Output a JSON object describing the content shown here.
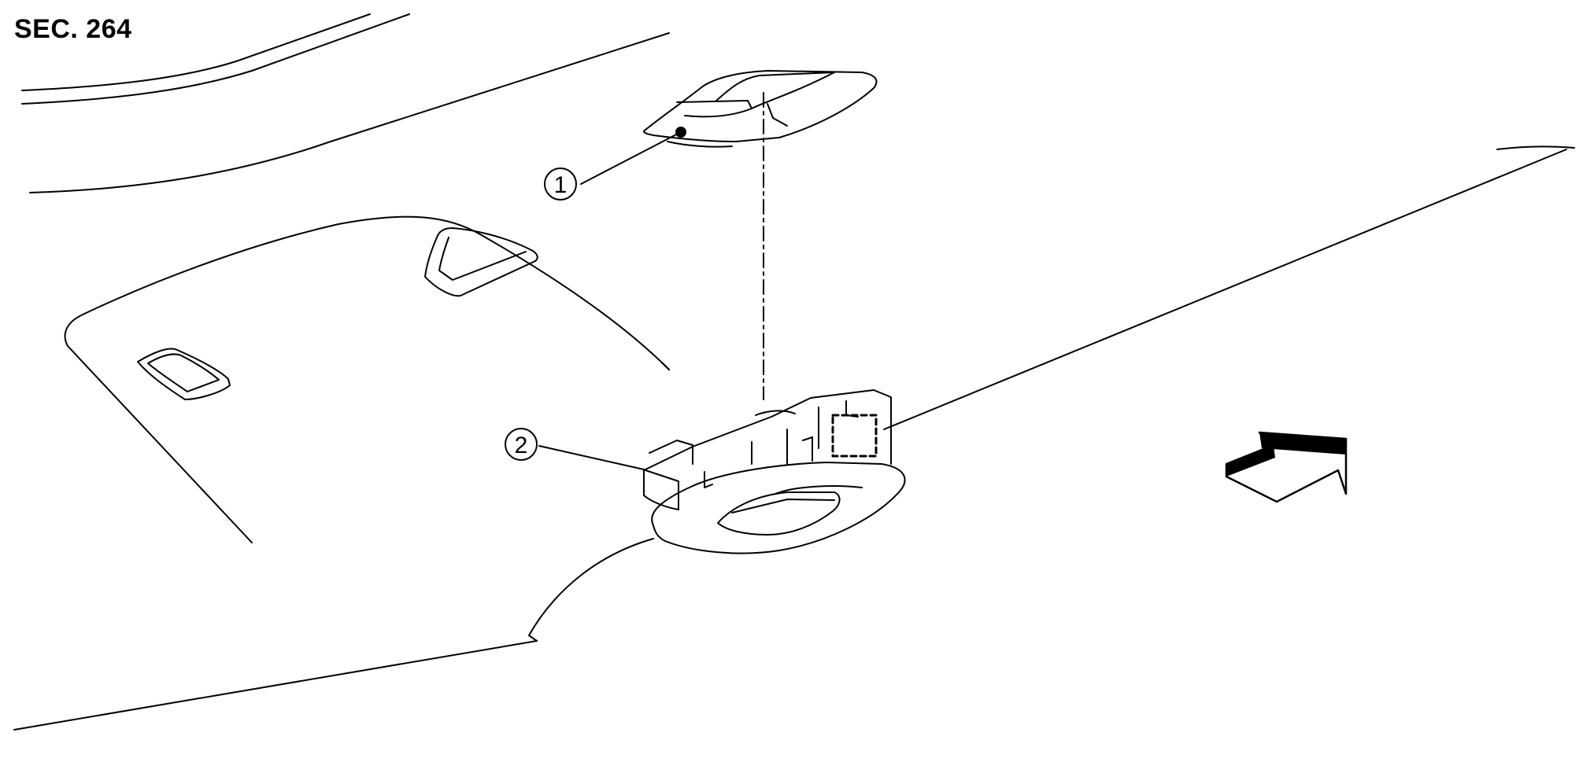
{
  "section": {
    "label": "SEC. 264"
  },
  "callouts": [
    {
      "number": "1"
    },
    {
      "number": "2"
    }
  ],
  "front_arrow": {
    "icon": "front-direction-arrow-icon"
  },
  "colors": {
    "line": "#000000",
    "background": "#ffffff"
  }
}
